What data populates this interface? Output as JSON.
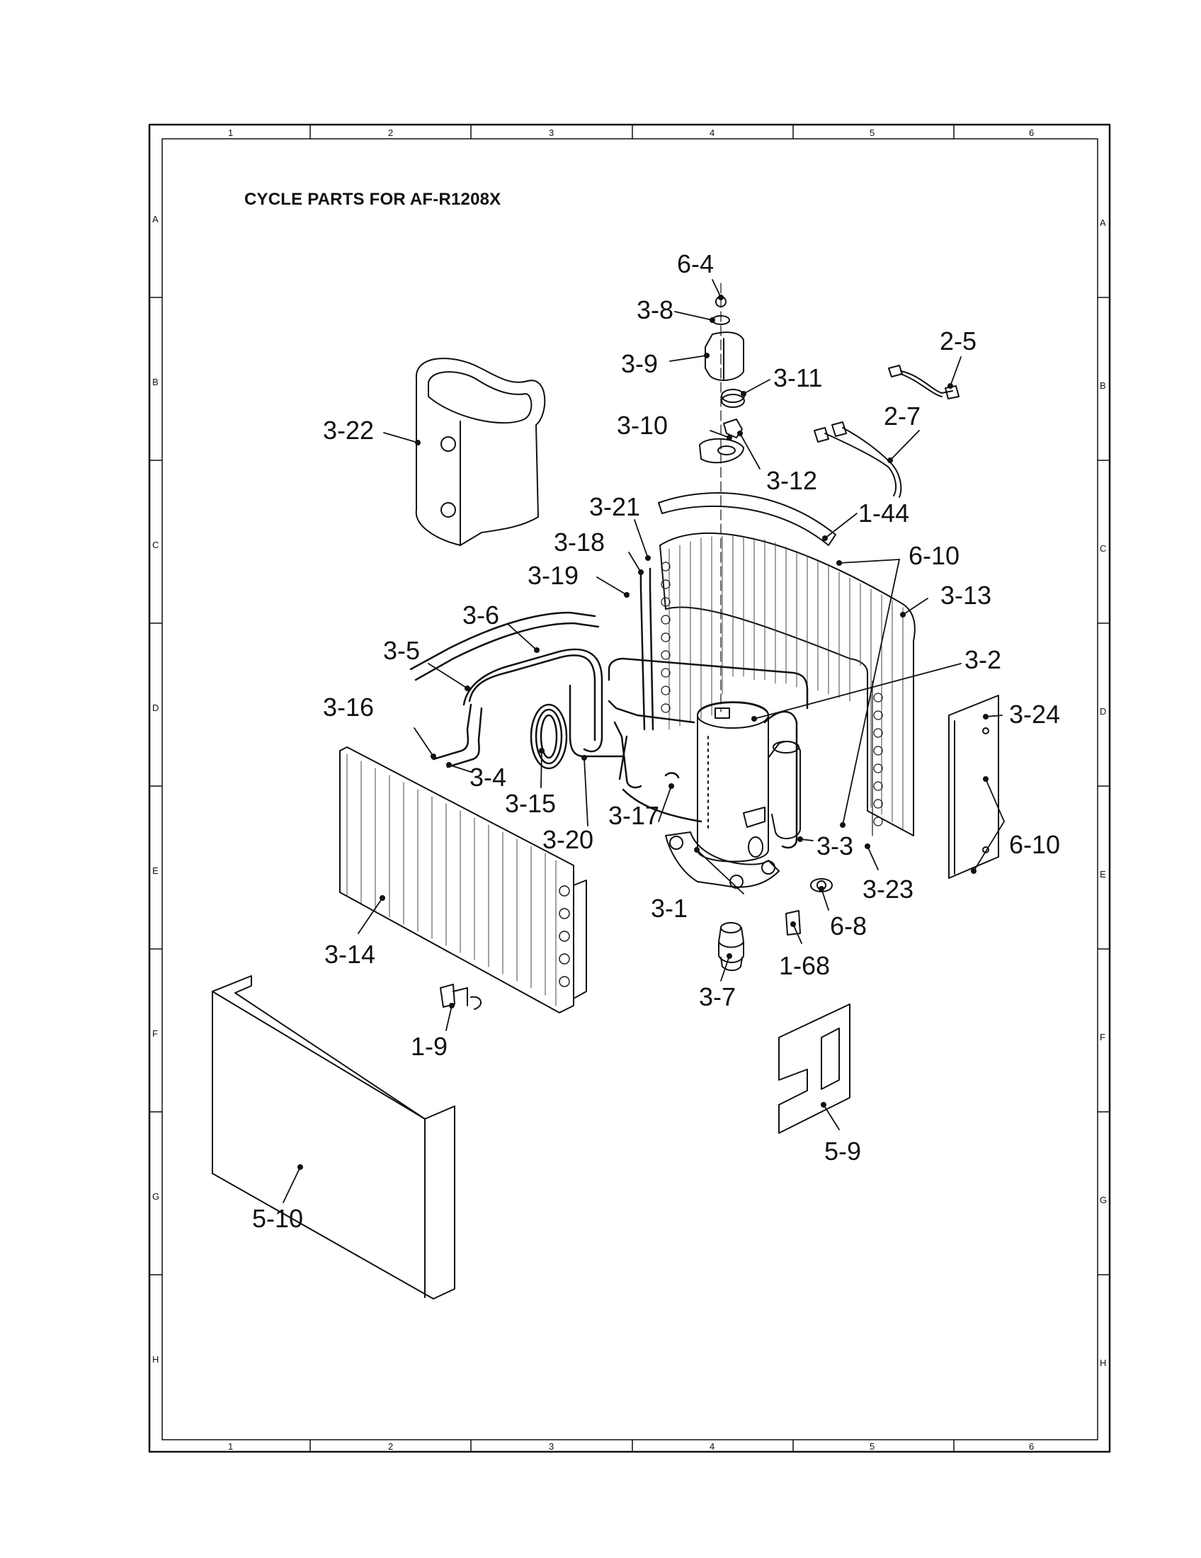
{
  "title": "CYCLE PARTS FOR AF-R1208X",
  "grid": {
    "columns": [
      "1",
      "2",
      "3",
      "4",
      "5",
      "6"
    ],
    "rows": [
      "A",
      "B",
      "C",
      "D",
      "E",
      "F",
      "G",
      "H"
    ]
  },
  "parts": [
    {
      "id": "p-6-4",
      "label": "6-4"
    },
    {
      "id": "p-3-8",
      "label": "3-8"
    },
    {
      "id": "p-3-9",
      "label": "3-9"
    },
    {
      "id": "p-3-11",
      "label": "3-11"
    },
    {
      "id": "p-3-10",
      "label": "3-10"
    },
    {
      "id": "p-3-12",
      "label": "3-12"
    },
    {
      "id": "p-2-5",
      "label": "2-5"
    },
    {
      "id": "p-2-7",
      "label": "2-7"
    },
    {
      "id": "p-3-22",
      "label": "3-22"
    },
    {
      "id": "p-3-21",
      "label": "3-21"
    },
    {
      "id": "p-1-44",
      "label": "1-44"
    },
    {
      "id": "p-3-18",
      "label": "3-18"
    },
    {
      "id": "p-6-10a",
      "label": "6-10"
    },
    {
      "id": "p-3-19",
      "label": "3-19"
    },
    {
      "id": "p-3-13",
      "label": "3-13"
    },
    {
      "id": "p-3-6",
      "label": "3-6"
    },
    {
      "id": "p-3-5",
      "label": "3-5"
    },
    {
      "id": "p-3-2",
      "label": "3-2"
    },
    {
      "id": "p-3-16",
      "label": "3-16"
    },
    {
      "id": "p-3-24",
      "label": "3-24"
    },
    {
      "id": "p-3-4",
      "label": "3-4"
    },
    {
      "id": "p-3-15",
      "label": "3-15"
    },
    {
      "id": "p-3-17",
      "label": "3-17"
    },
    {
      "id": "p-3-20",
      "label": "3-20"
    },
    {
      "id": "p-3-3",
      "label": "3-3"
    },
    {
      "id": "p-6-10b",
      "label": "6-10"
    },
    {
      "id": "p-3-23",
      "label": "3-23"
    },
    {
      "id": "p-3-1",
      "label": "3-1"
    },
    {
      "id": "p-6-8",
      "label": "6-8"
    },
    {
      "id": "p-3-14",
      "label": "3-14"
    },
    {
      "id": "p-1-68",
      "label": "1-68"
    },
    {
      "id": "p-3-7",
      "label": "3-7"
    },
    {
      "id": "p-1-9",
      "label": "1-9"
    },
    {
      "id": "p-5-9",
      "label": "5-9"
    },
    {
      "id": "p-5-10",
      "label": "5-10"
    }
  ]
}
